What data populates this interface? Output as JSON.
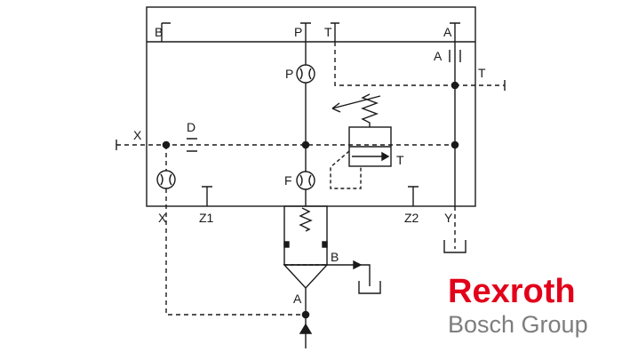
{
  "labels": {
    "port_b_top": "B",
    "port_p_top": "P",
    "port_t_top": "T",
    "port_a_top": "A",
    "gauge_p": "P",
    "a_marker": "A",
    "t_right": "T",
    "x_left": "X",
    "d_label": "D",
    "relief_t": "T",
    "gauge_f": "F",
    "x_bottom": "X",
    "z1": "Z1",
    "z2": "Z2",
    "y_bottom": "Y",
    "b_filter": "B",
    "a_filter": "A"
  },
  "brand": {
    "name": "Rexroth",
    "group": "Bosch Group"
  },
  "colors": {
    "line": "#1a1a1a",
    "brand_red": "#e2001a",
    "brand_gray": "#7d7d7d"
  }
}
